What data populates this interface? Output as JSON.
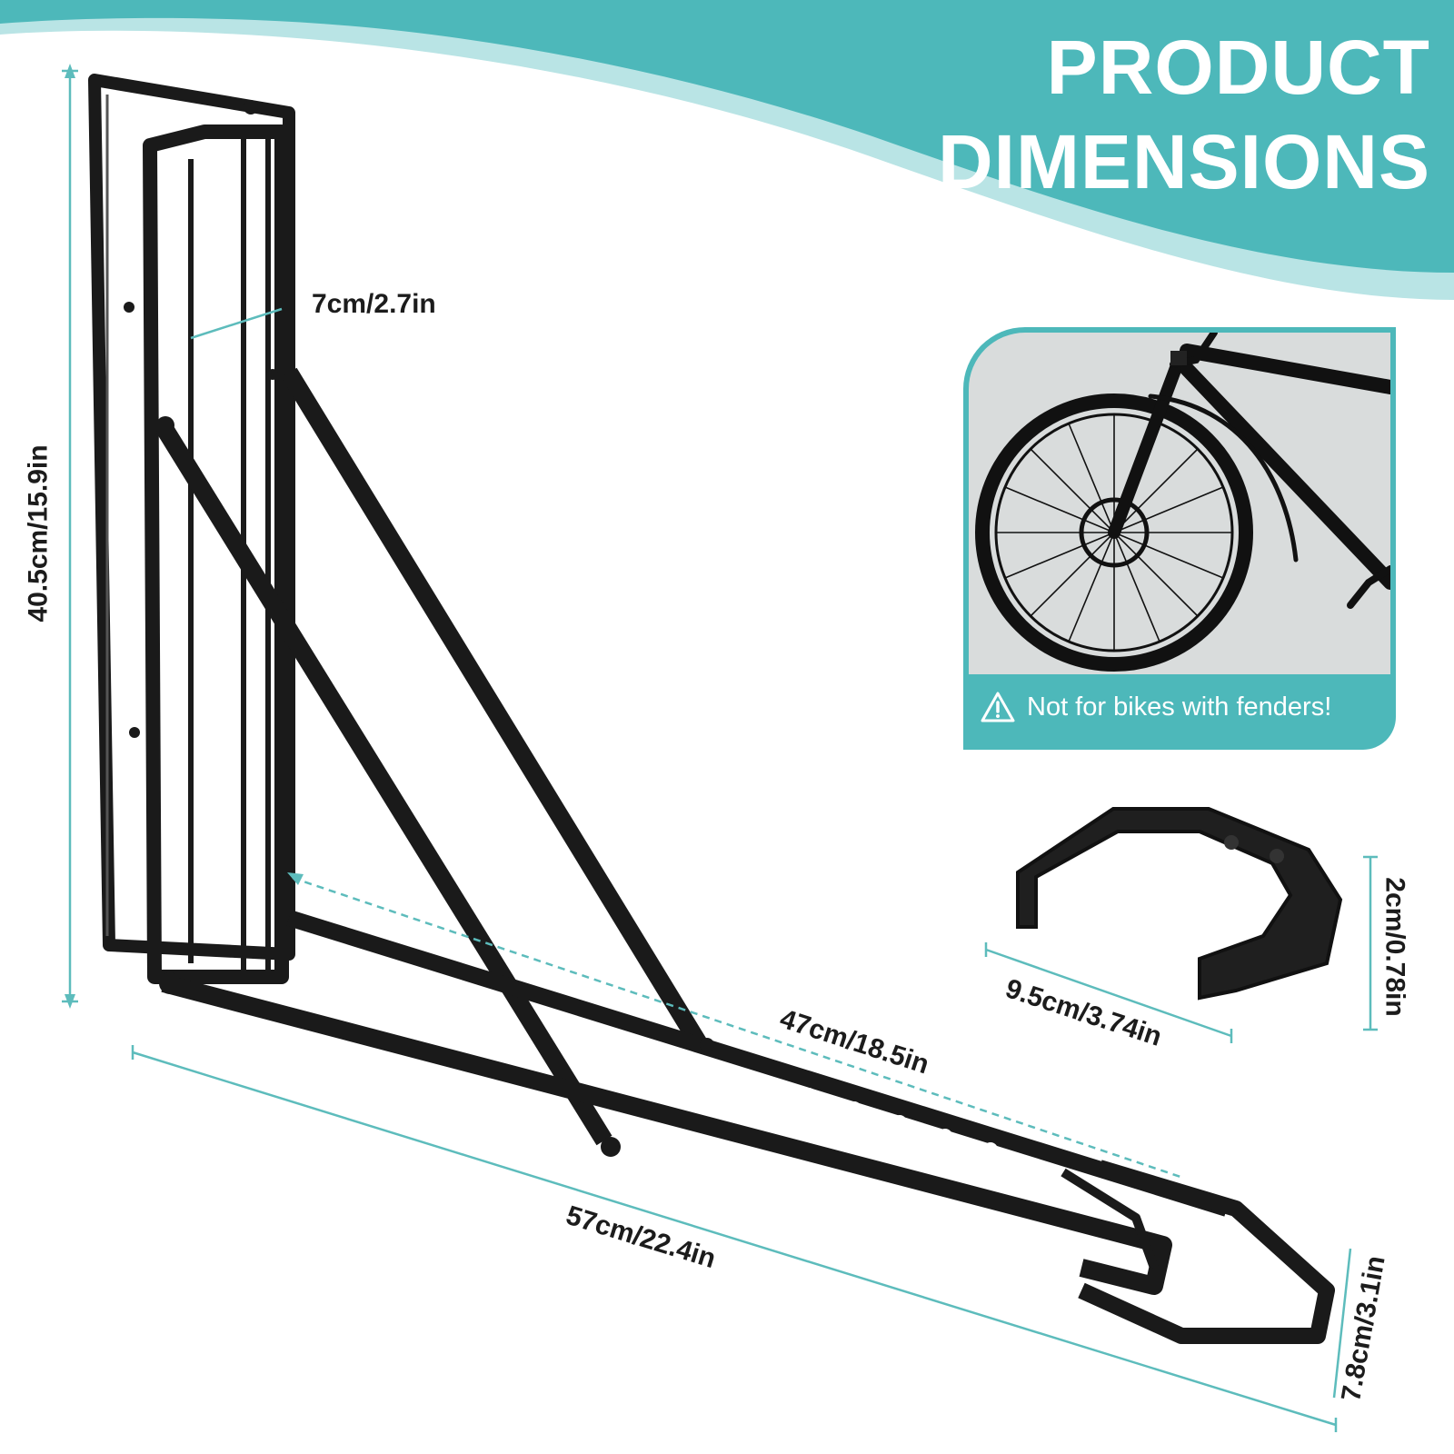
{
  "title": {
    "line1": "PRODUCT",
    "line2": "DIMENSIONS"
  },
  "colors": {
    "teal": "#4db8ba",
    "light_teal": "#b9e4e5",
    "frame": "#1a1a1a",
    "dim_line": "#5dbcbc",
    "text": "#1c1c1c"
  },
  "dimensions": {
    "height": "40.5cm/15.9in",
    "depth": "7cm/2.7in",
    "arm_length": "47cm/18.5in",
    "total_length": "57cm/22.4in",
    "end_width": "7.8cm/3.1in",
    "holder_width": "9.5cm/3.74in",
    "holder_height": "2cm/0.78in"
  },
  "warning": {
    "text": "Not for bikes with fenders!",
    "icon": "warning-triangle-icon"
  }
}
